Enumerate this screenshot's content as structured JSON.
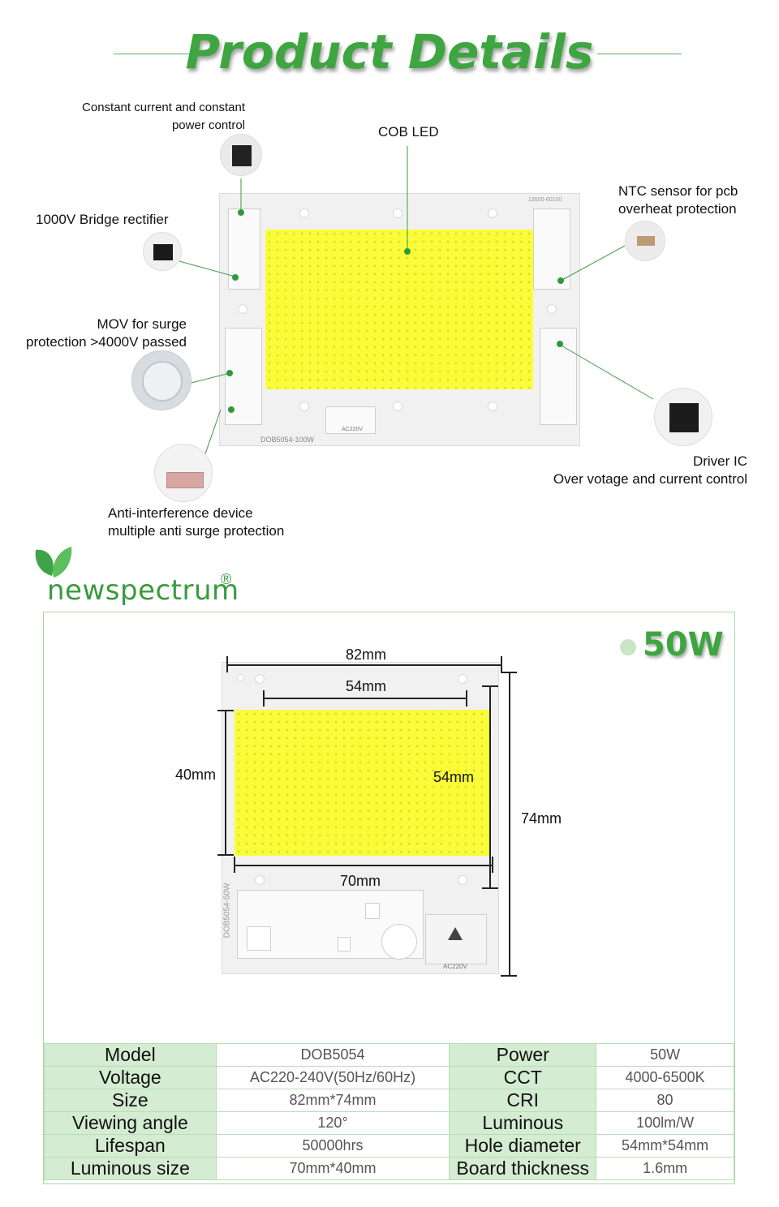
{
  "header": {
    "title": "Product Details"
  },
  "callouts": {
    "constant_current": [
      "Constant current and constant",
      "power control"
    ],
    "cob_led": "COB LED",
    "ntc_sensor": [
      "NTC sensor for pcb",
      "overheat protection"
    ],
    "bridge_rectifier": "1000V Bridge rectifier",
    "mov": [
      "MOV for surge",
      "protection >4000V passed"
    ],
    "driver_ic": [
      "Driver IC",
      "Over votage and current control"
    ],
    "anti_interference": [
      "Anti-interference device",
      "multiple anti surge protection"
    ]
  },
  "top_board": {
    "code": "13505-60100",
    "model_print": "DOB5054-100W",
    "plug_label": "AC220V"
  },
  "brand": {
    "name": "newspectrum",
    "registered": "®"
  },
  "dimension_panel": {
    "power_badge": "50W",
    "dims": {
      "width_total": "82mm",
      "hole_spacing_h": "54mm",
      "led_height": "40mm",
      "hole_spacing_v": "54mm",
      "height_total": "74mm",
      "led_width": "70mm"
    },
    "board_print": "DOB5054-50W",
    "plug_label": "AC220V"
  },
  "specs": [
    {
      "label1": "Model",
      "value1": "DOB5054",
      "label2": "Power",
      "value2": "50W"
    },
    {
      "label1": "Voltage",
      "value1": "AC220-240V(50Hz/60Hz)",
      "label2": "CCT",
      "value2": "4000-6500K"
    },
    {
      "label1": "Size",
      "value1": "82mm*74mm",
      "label2": "CRI",
      "value2": "80"
    },
    {
      "label1": "Viewing angle",
      "value1": "120°",
      "label2": "Luminous",
      "value2": "100lm/W"
    },
    {
      "label1": "Lifespan",
      "value1": "50000hrs",
      "label2": "Hole diameter",
      "value2": "54mm*54mm"
    },
    {
      "label1": "Luminous size",
      "value1": "70mm*40mm",
      "label2": "Board thickness",
      "value2": "1.6mm"
    }
  ],
  "colors": {
    "brand_green": "#3ea541",
    "led_yellow": "#fafc3a",
    "table_label_bg": "#d4ecd1"
  }
}
